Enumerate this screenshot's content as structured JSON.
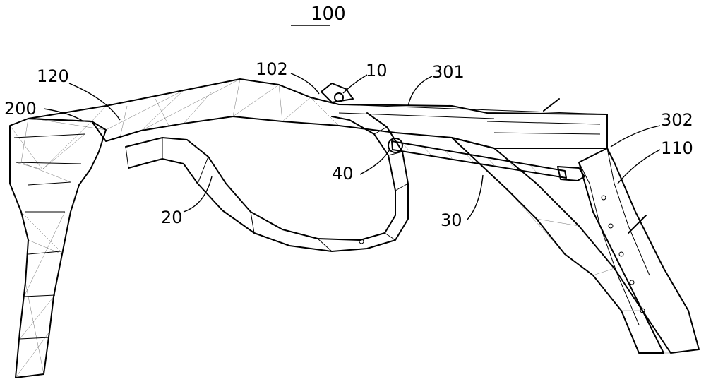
{
  "figure": {
    "title": "100",
    "labels": {
      "l10": "10",
      "l20": "20",
      "l30": "30",
      "l40": "40",
      "l102": "102",
      "l110": "110",
      "l120": "120",
      "l200": "200",
      "l301": "301",
      "l302": "302"
    }
  }
}
